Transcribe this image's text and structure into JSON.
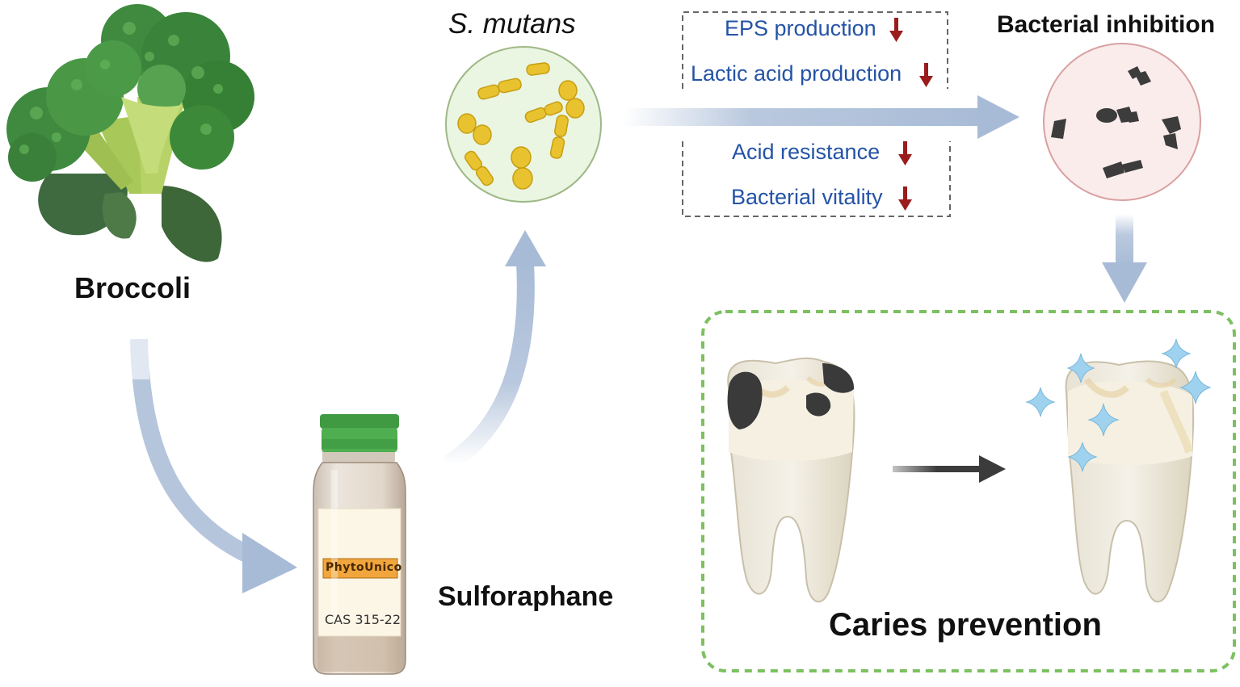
{
  "labels": {
    "broccoli": "Broccoli",
    "sulforaphane": "Sulforaphane",
    "s_mutans": "S. mutans",
    "bacterial_inhibition": "Bacterial inhibition",
    "caries_prevention": "Caries prevention"
  },
  "effects": [
    "EPS production",
    "Lactic acid production",
    "Acid resistance",
    "Bacterial vitality"
  ],
  "vial": {
    "brand": "PhytoUnico",
    "cas": "CAS 315-22"
  },
  "colors": {
    "effect_text": "#2453a6",
    "down_arrow": "#9a1c1c",
    "flow_arrow": "#a8bbd6",
    "bacteria": "#e8c22f",
    "bacteria_circle_fill": "#eaf5e2",
    "inhibition_circle_fill": "#fbecec",
    "dead_bacteria": "#3c3c3c",
    "prevention_border": "#7cc060",
    "sparkle": "#9fd2ee"
  }
}
